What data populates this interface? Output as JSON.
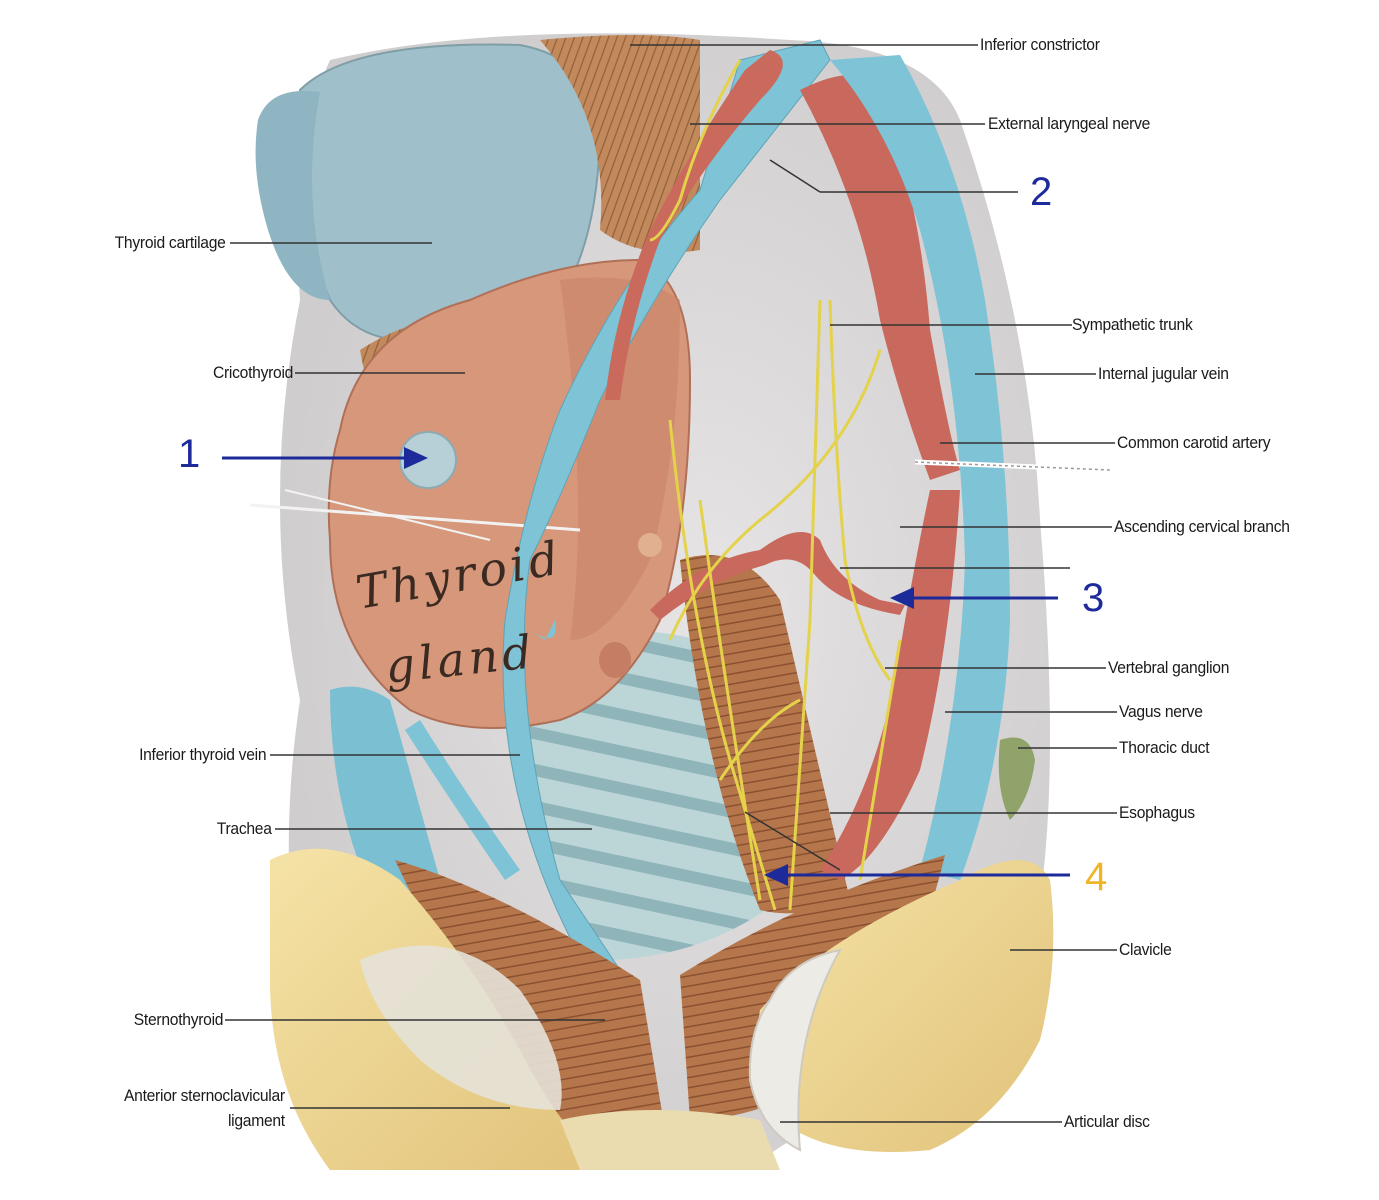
{
  "diagram": {
    "labels": {
      "inferior_constrictor": "Inferior constrictor",
      "external_laryngeal_nerve": "External laryngeal nerve",
      "thyroid_cartilage": "Thyroid cartilage",
      "cricothyroid": "Cricothyroid",
      "sympathetic_trunk": "Sympathetic trunk",
      "internal_jugular_vein": "Internal jugular vein",
      "common_carotid_artery": "Common carotid artery",
      "ascending_cervical_branch": "Ascending cervical branch",
      "vertebral_ganglion": "Vertebral ganglion",
      "vagus_nerve": "Vagus nerve",
      "thoracic_duct": "Thoracic duct",
      "inferior_thyroid_vein": "Inferior thyroid vein",
      "trachea": "Trachea",
      "esophagus": "Esophagus",
      "clavicle": "Clavicle",
      "sternothyroid": "Sternothyroid",
      "anterior_sternoclavicular_ligament_line1": "Anterior sternoclavicular",
      "anterior_sternoclavicular_ligament_line2": "ligament",
      "articular_disc": "Articular disc"
    },
    "gland_text_line1": "Thyroid",
    "gland_text_line2": "gland",
    "markers": {
      "m1": "1",
      "m2": "2",
      "m3": "3",
      "m4": "4"
    },
    "colors": {
      "marker_blue": "#1c2a9a",
      "marker_orange": "#f0b428",
      "vein": "#7ec3d6",
      "artery": "#c9685c",
      "nerve": "#e3d24a",
      "gland": "#d99a7c",
      "muscle": "#a96b45",
      "bone": "#f0dc96",
      "cartilage": "#a9c6cf"
    }
  }
}
